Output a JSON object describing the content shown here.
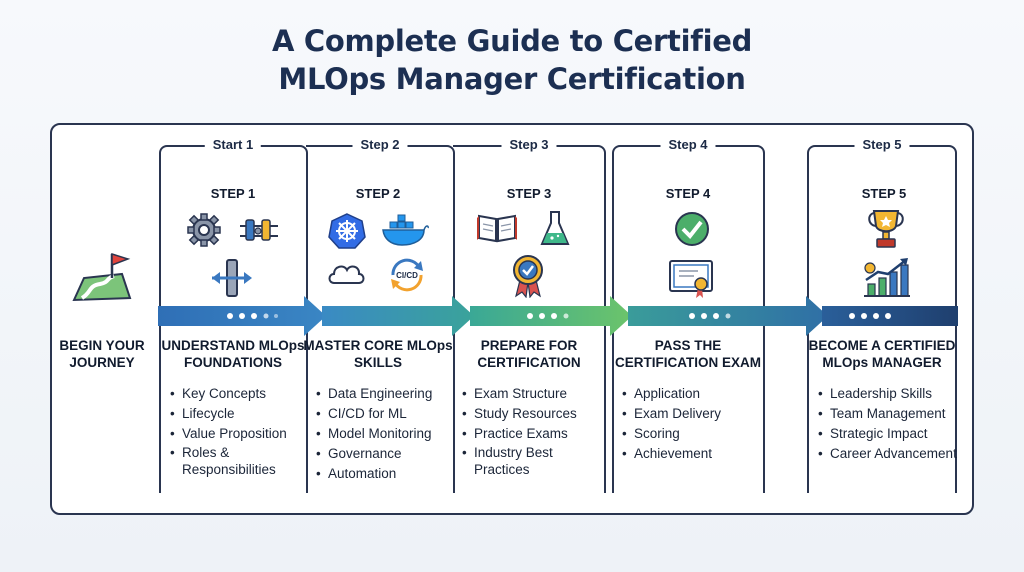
{
  "title": {
    "line1": "A Complete Guide to Certified",
    "line2": "MLOps Manager Certification"
  },
  "start": {
    "title": "BEGIN YOUR JOURNEY",
    "icon": "map-flag-icon"
  },
  "stages": [
    {
      "tag": "Start 1",
      "step": "STEP 1",
      "title": "UNDERSTAND MLOps FOUNDATIONS",
      "icons": [
        "gear-icon",
        "pipeline-icon",
        "connector-icon"
      ],
      "bullets": [
        "Key Concepts",
        "Lifecycle",
        "Value Proposition",
        "Roles & Responsibilities"
      ]
    },
    {
      "tag": "Step 2",
      "step": "STEP 2",
      "title": "MASTER CORE MLOps SKILLS",
      "icons": [
        "kubernetes-icon",
        "docker-icon",
        "cloud-icon",
        "ci-cd-icon"
      ],
      "icon_text": "CI/CD",
      "bullets": [
        "Data Engineering",
        "CI/CD for ML",
        "Model Monitoring",
        "Governance",
        "Automation"
      ]
    },
    {
      "tag": "Step 3",
      "step": "STEP 3",
      "title": "PREPARE FOR CERTIFICATION",
      "icons": [
        "book-icon",
        "flask-icon",
        "badge-icon"
      ],
      "bullets": [
        "Exam Structure",
        "Study Resources",
        "Practice Exams",
        "Industry Best Practices"
      ]
    },
    {
      "tag": "Step 4",
      "step": "STEP 4",
      "title": "PASS THE CERTIFICATION EXAM",
      "icons": [
        "check-circle-icon",
        "certificate-icon"
      ],
      "bullets": [
        "Application",
        "Exam Delivery",
        "Scoring",
        "Achievement"
      ]
    },
    {
      "tag": "Step 5",
      "step": "STEP 5",
      "title": "BECOME A CERTIFIED MLOps MANAGER",
      "icons": [
        "trophy-icon",
        "growth-chart-icon"
      ],
      "bullets": [
        "Leadership Skills",
        "Team Management",
        "Strategic Impact",
        "Career Advancement"
      ]
    }
  ],
  "colors": {
    "navy": "#1c2f52",
    "blue": "#2d6fb5",
    "teal": "#3aa896",
    "green": "#5cb85c",
    "dark_blue": "#1f3f6e"
  }
}
